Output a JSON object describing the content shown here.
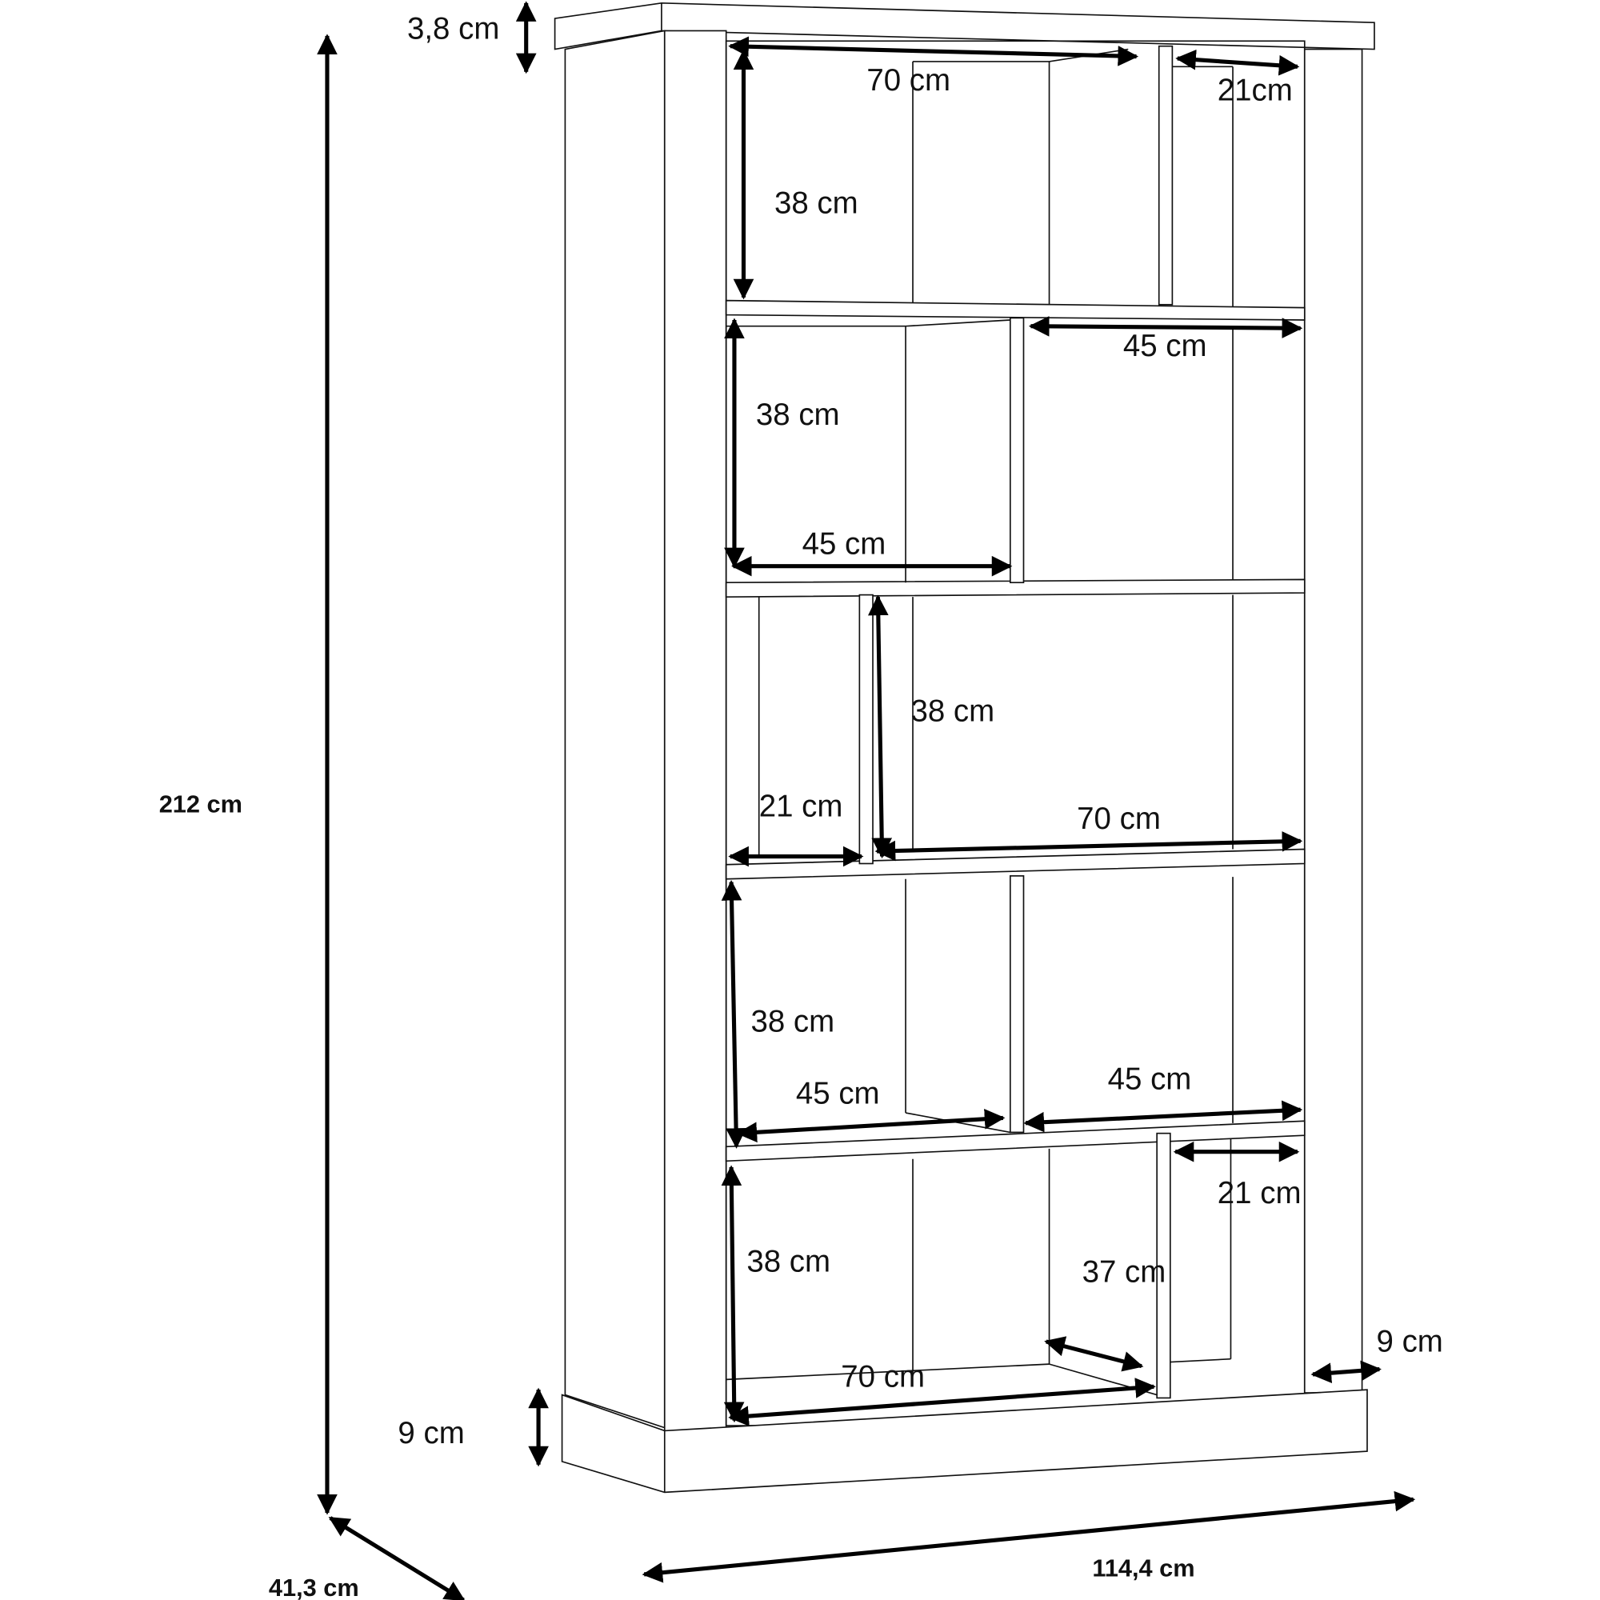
{
  "title": "Bookcase dimensions",
  "overall": {
    "height": "212 cm",
    "width": "114,4 cm",
    "depth": "41,3 cm"
  },
  "parts": {
    "top_thickness": "3,8 cm",
    "plinth_height": "9 cm",
    "side_depth_offset": "9 cm"
  },
  "compartments": {
    "row1_width_large": "70 cm",
    "row1_width_small": "21cm",
    "row1_height": "38 cm",
    "row2_height": "38 cm",
    "row2_width_right": "45 cm",
    "row2_width_left": "45 cm",
    "row3_height": "38 cm",
    "row3_width_small": "21 cm",
    "row3_width_large": "70 cm",
    "row4_height": "38 cm",
    "row4_width_left": "45 cm",
    "row4_width_right": "45 cm",
    "row5_width_small": "21 cm",
    "row5_height": "38 cm",
    "row5_depth": "37 cm",
    "row5_width_large": "70 cm"
  },
  "colors": {
    "line": "#111111",
    "background": "#ffffff"
  }
}
